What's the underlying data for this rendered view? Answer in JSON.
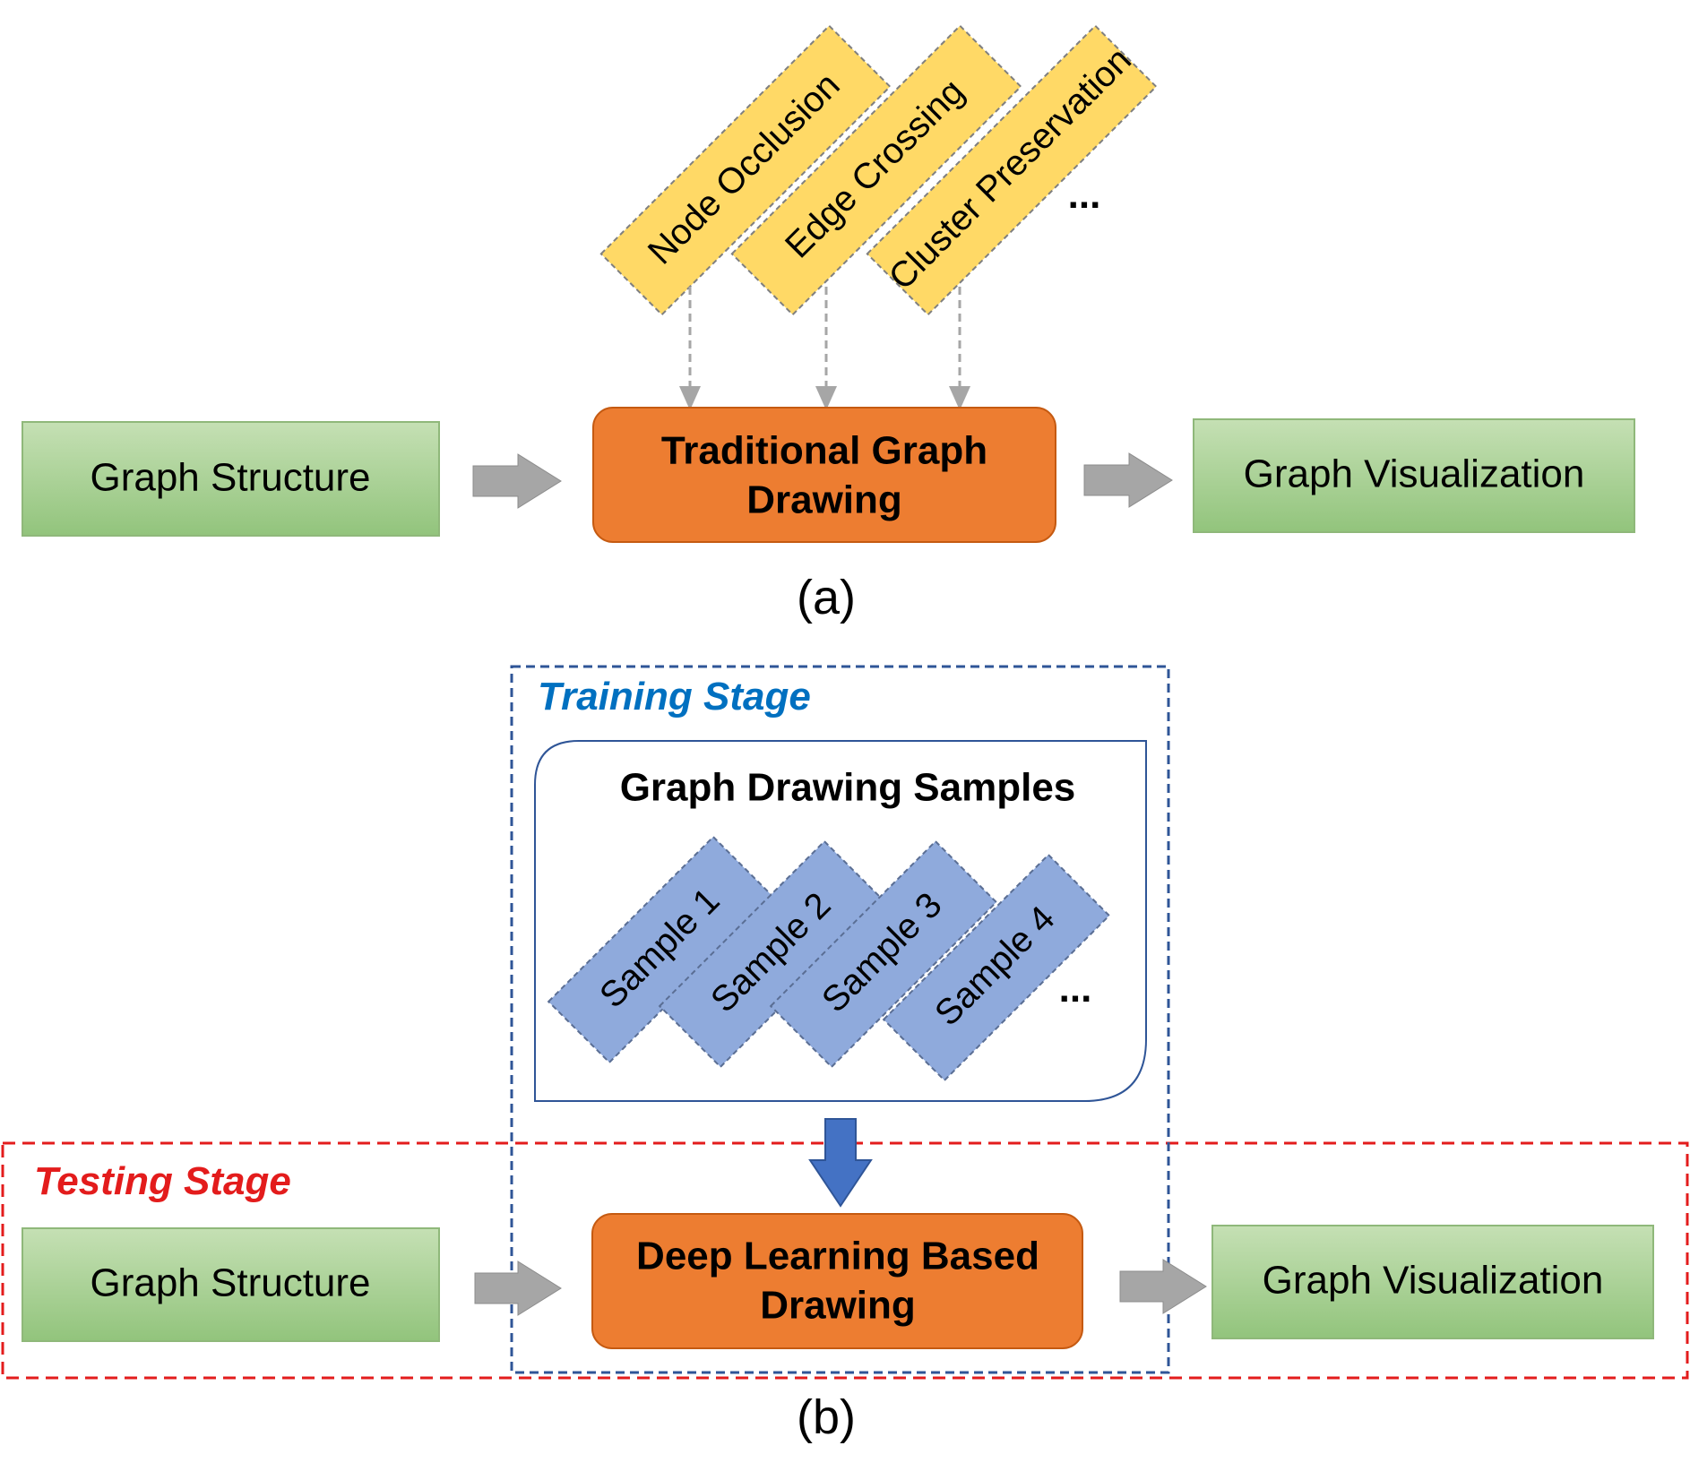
{
  "part_a": {
    "input_label": "Graph Structure",
    "method_label_line1": "Traditional Graph",
    "method_label_line2": "Drawing",
    "output_label": "Graph Visualization",
    "criteria": [
      "Node Occlusion",
      "Edge Crossing",
      "Cluster Preservation"
    ],
    "criteria_more": "...",
    "caption": "(a)"
  },
  "part_b": {
    "training_stage_label": "Training Stage",
    "testing_stage_label": "Testing Stage",
    "samples_title": "Graph Drawing Samples",
    "samples": [
      "Sample 1",
      "Sample 2",
      "Sample 3",
      "Sample 4"
    ],
    "samples_more": "...",
    "input_label": "Graph Structure",
    "method_label_line1": "Deep Learning Based",
    "method_label_line2": "Drawing",
    "output_label": "Graph Visualization",
    "caption": "(b)"
  },
  "colors": {
    "green_box_top": "#c3dfb2",
    "green_box_bottom": "#93c47d",
    "green_border": "#8fb87a",
    "orange_box": "#ed7d31",
    "orange_border": "#c55a11",
    "yellow_tag": "#ffd966",
    "blue_tag": "#8faadc",
    "gray_arrow": "#a6a6a6",
    "blue_arrow": "#4472c4",
    "training_border": "#2f5597",
    "training_text": "#0070c0",
    "testing_border": "#e31c1c",
    "testing_text": "#e31c1c"
  }
}
